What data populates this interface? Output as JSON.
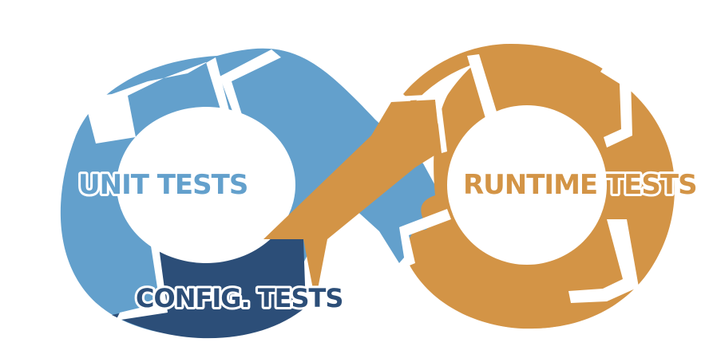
{
  "labels": {
    "unit_tests": "UNIT TESTS",
    "config_tests": "CONFIG. TESTS",
    "runtime_tests": "RUNTIME TESTS"
  },
  "colors": {
    "light_blue": "#63a0cc",
    "dark_blue": "#2c4e78",
    "orange": "#d39446",
    "background": "#ffffff"
  }
}
